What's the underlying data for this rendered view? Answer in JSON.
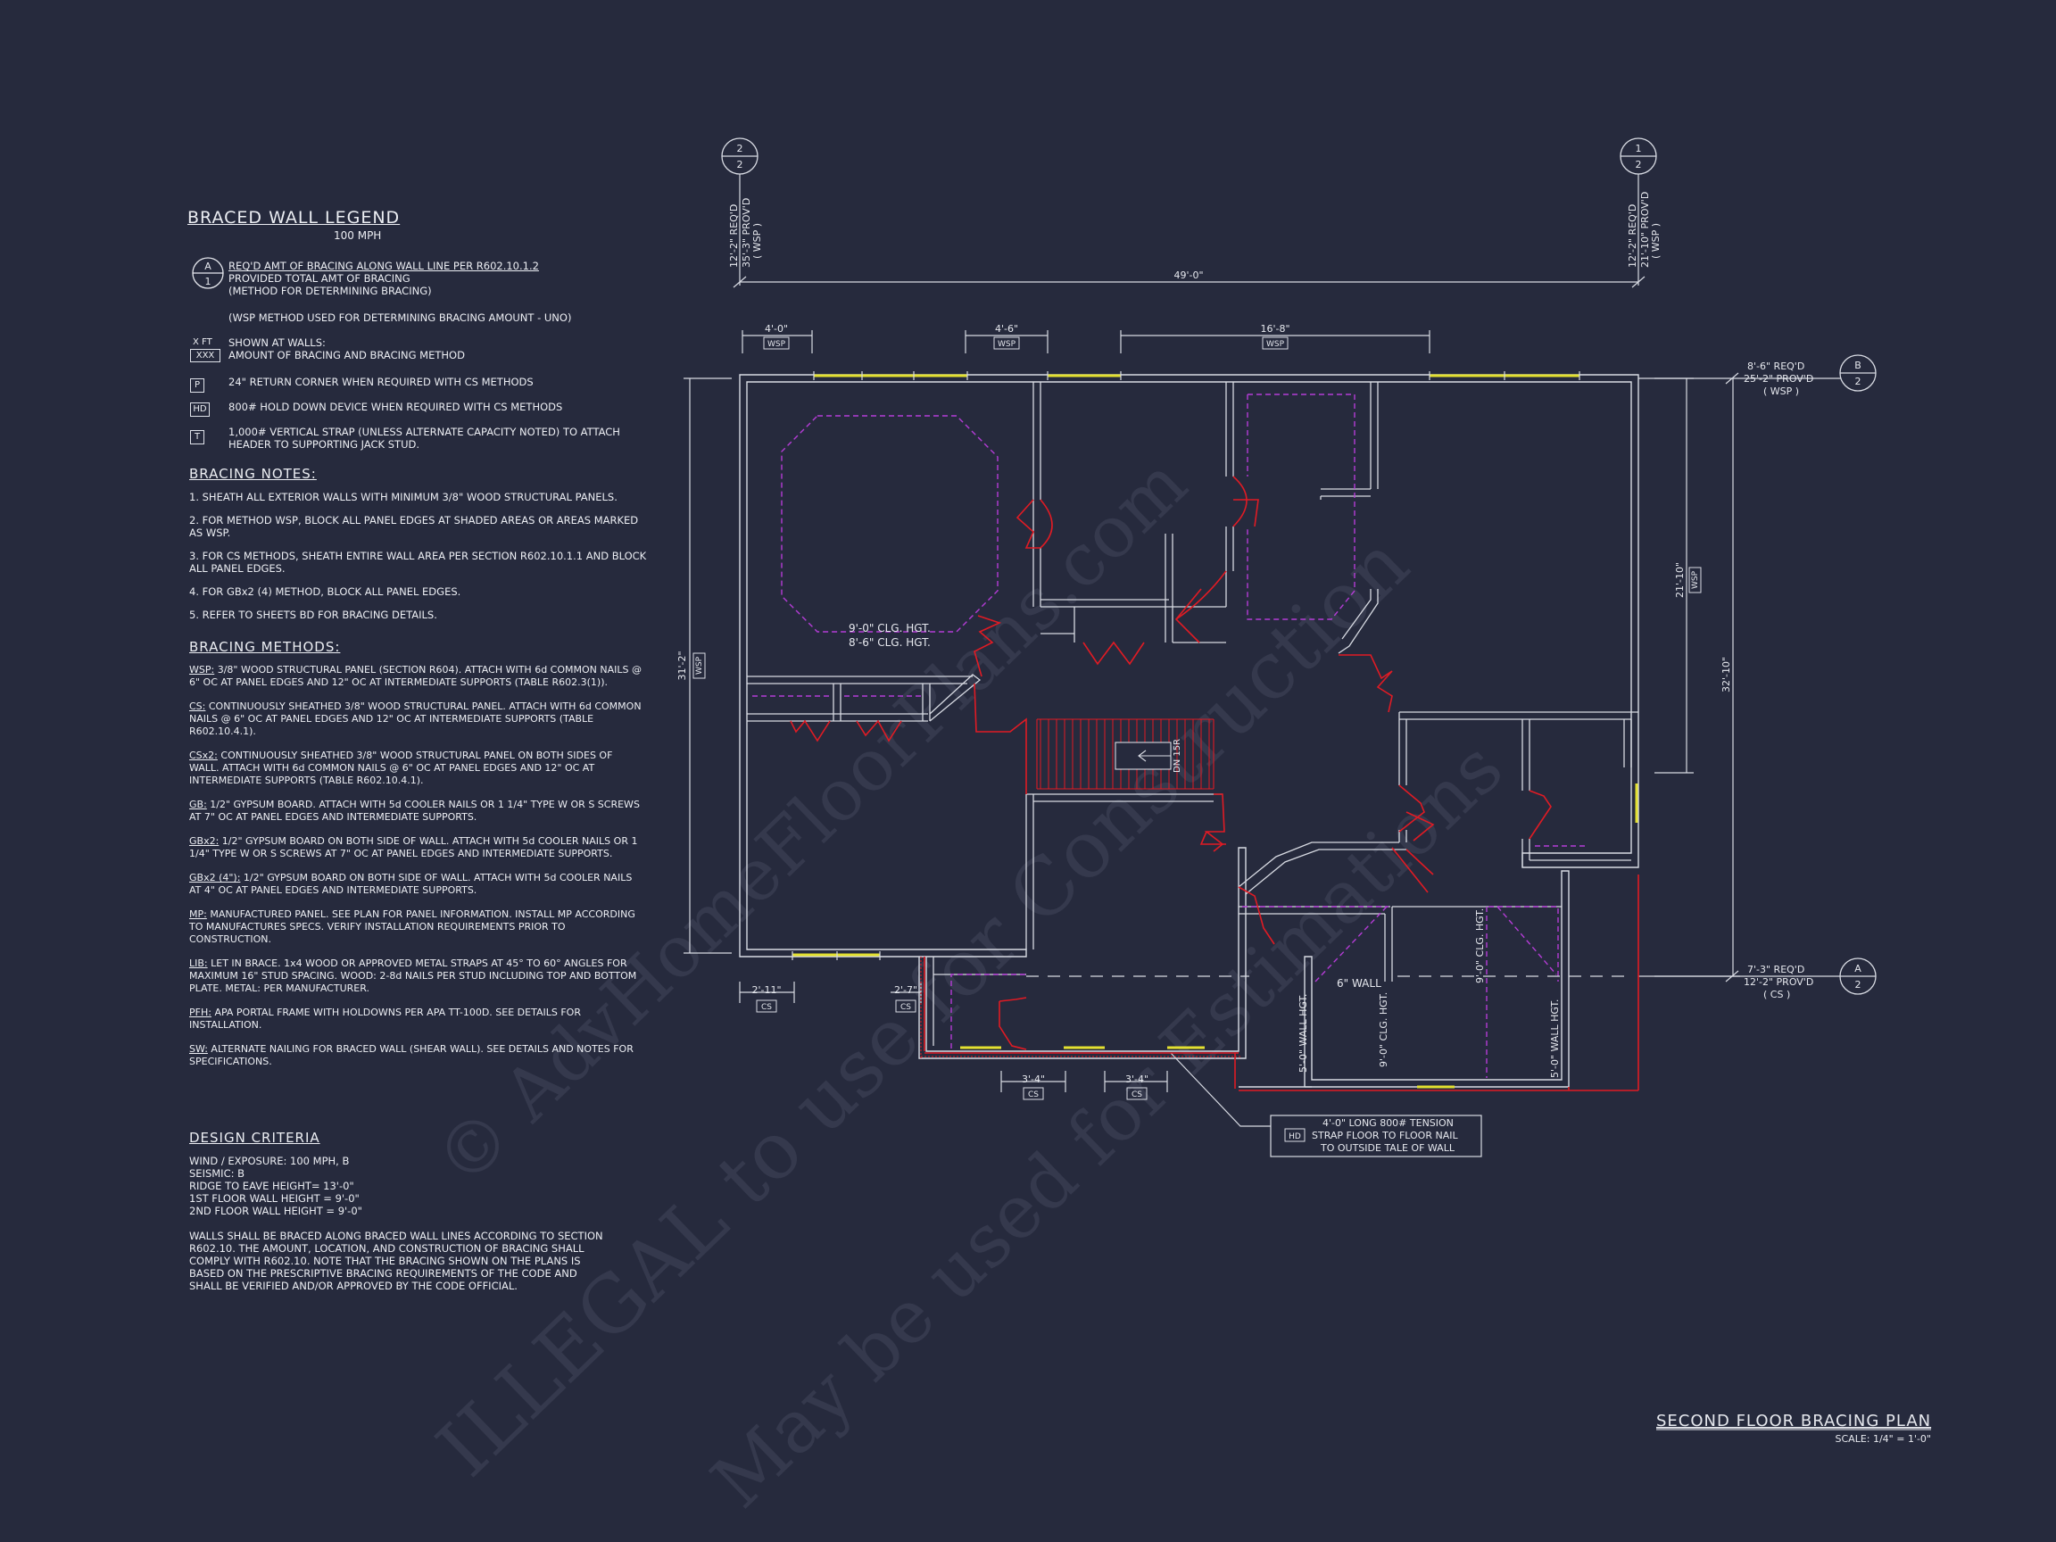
{
  "legend": {
    "title": "BRACED WALL LEGEND",
    "subtitle": "100 MPH",
    "circle_top": "A",
    "circle_bottom": "1",
    "line1": "REQ'D AMT OF BRACING ALONG WALL LINE PER R602.10.1.2",
    "line2": "PROVIDED TOTAL AMT OF BRACING",
    "line3": "(METHOD FOR DETERMINING BRACING)",
    "line4": "(WSP METHOD USED FOR DETERMINING BRACING AMOUNT - UNO)",
    "xft_top": "X FT",
    "xft_box": "XXX",
    "xft_line1": "SHOWN AT WALLS:",
    "xft_line2": "AMOUNT OF BRACING AND BRACING METHOD",
    "p_sym": "P",
    "p_text": "24\" RETURN CORNER WHEN REQUIRED WITH CS METHODS",
    "hd_sym": "HD",
    "hd_text": "800# HOLD DOWN DEVICE WHEN REQUIRED WITH CS METHODS",
    "t_sym": "T",
    "t_text1": "1,000# VERTICAL STRAP (UNLESS ALTERNATE CAPACITY NOTED) TO ATTACH",
    "t_text2": "HEADER TO SUPPORTING JACK STUD."
  },
  "bracing_notes": {
    "title": "BRACING NOTES:",
    "items": [
      "1. SHEATH ALL EXTERIOR WALLS WITH MINIMUM 3/8\" WOOD STRUCTURAL PANELS.",
      "2. FOR METHOD WSP, BLOCK ALL PANEL EDGES AT SHADED AREAS OR AREAS MARKED AS WSP.",
      "3. FOR CS METHODS, SHEATH ENTIRE WALL AREA PER SECTION R602.10.1.1 AND BLOCK ALL PANEL EDGES.",
      "4. FOR GBx2 (4) METHOD, BLOCK ALL PANEL EDGES.",
      "5. REFER TO SHEETS BD FOR BRACING DETAILS."
    ]
  },
  "bracing_methods": {
    "title": "BRACING METHODS:",
    "items": [
      {
        "key": "WSP:",
        "text": " 3/8\" WOOD STRUCTURAL PANEL (SECTION R604). ATTACH WITH 6d COMMON NAILS @ 6\" OC AT PANEL EDGES AND 12\" OC AT INTERMEDIATE SUPPORTS (TABLE R602.3(1))."
      },
      {
        "key": "CS:",
        "text": " CONTINUOUSLY SHEATHED 3/8\" WOOD STRUCTURAL PANEL. ATTACH WITH 6d COMMON NAILS @ 6\" OC AT PANEL EDGES AND 12\" OC AT INTERMEDIATE SUPPORTS (TABLE R602.10.4.1)."
      },
      {
        "key": "CSx2:",
        "text": " CONTINUOUSLY SHEATHED 3/8\" WOOD STRUCTURAL PANEL ON BOTH SIDES OF WALL. ATTACH WITH 6d COMMON NAILS @ 6\" OC AT PANEL EDGES AND 12\" OC AT INTERMEDIATE SUPPORTS (TABLE R602.10.4.1)."
      },
      {
        "key": "GB:",
        "text": " 1/2\" GYPSUM BOARD. ATTACH WITH 5d COOLER NAILS OR 1 1/4\" TYPE W OR S SCREWS AT 7\" OC AT PANEL EDGES AND INTERMEDIATE SUPPORTS."
      },
      {
        "key": "GBx2:",
        "text": " 1/2\" GYPSUM BOARD ON BOTH SIDE OF WALL. ATTACH WITH 5d COOLER NAILS OR 1 1/4\" TYPE W OR S SCREWS AT 7\" OC AT PANEL EDGES AND INTERMEDIATE SUPPORTS."
      },
      {
        "key": "GBx2 (4\"):",
        "text": " 1/2\" GYPSUM BOARD ON BOTH SIDE OF WALL. ATTACH WITH 5d COOLER NAILS AT 4\" OC AT PANEL EDGES AND INTERMEDIATE SUPPORTS."
      },
      {
        "key": "MP:",
        "text": " MANUFACTURED PANEL. SEE PLAN FOR PANEL INFORMATION. INSTALL MP ACCORDING TO MANUFACTURES SPECS. VERIFY INSTALLATION REQUIREMENTS PRIOR TO CONSTRUCTION."
      },
      {
        "key": "LIB:",
        "text": " LET IN BRACE. 1x4 WOOD OR APPROVED METAL STRAPS AT 45° TO 60° ANGLES FOR MAXIMUM 16\" STUD SPACING. WOOD: 2-8d NAILS PER STUD INCLUDING TOP AND BOTTOM PLATE. METAL: PER MANUFACTURER."
      },
      {
        "key": "PFH:",
        "text": " APA PORTAL FRAME WITH HOLDOWNS PER APA TT-100D. SEE DETAILS FOR INSTALLATION."
      },
      {
        "key": "SW:",
        "text": " ALTERNATE NAILING FOR BRACED WALL (SHEAR WALL). SEE DETAILS AND NOTES FOR SPECIFICATIONS."
      }
    ]
  },
  "design_criteria": {
    "title": "DESIGN CRITERIA",
    "lines": [
      "WIND / EXPOSURE:  100 MPH, B",
      "SEISMIC:  B",
      "RIDGE TO EAVE HEIGHT= 13'-0\"",
      "1ST FLOOR WALL HEIGHT = 9'-0\"",
      "2ND FLOOR WALL HEIGHT = 9'-0\""
    ],
    "paragraph": "WALLS SHALL BE BRACED ALONG BRACED WALL LINES ACCORDING TO SECTION R602.10. THE AMOUNT, LOCATION, AND CONSTRUCTION OF BRACING SHALL COMPLY WITH R602.10. NOTE THAT THE BRACING SHOWN ON THE PLANS IS BASED ON THE PRESCRIPTIVE BRACING REQUIREMENTS OF THE CODE AND SHALL BE VERIFIED AND/OR APPROVED BY THE CODE OFFICIAL."
  },
  "plan": {
    "title": "SECOND FLOOR BRACING PLAN",
    "scale": "SCALE: 1/4\" = 1'-0\"",
    "grid_2_top": "2",
    "grid_2_bottom": "2",
    "grid_1_top": "1",
    "grid_1_bottom": "2",
    "grid_b_top": "B",
    "grid_b_bottom": "2",
    "grid_a_top": "A",
    "grid_a_bottom": "2",
    "line2_req": "12'-2\" REQ'D",
    "line2_prov": "35'-3\" PROV'D",
    "line2_method": "( WSP )",
    "line1_req": "12'-2\" REQ'D",
    "line1_prov": "21'-10\" PROV'D",
    "line1_method": "( WSP )",
    "lineb_req": "8'-6\" REQ'D",
    "lineb_prov": "25'-2\" PROV'D",
    "lineb_method": "( WSP )",
    "linea_req": "7'-3\" REQ'D",
    "linea_prov": "12'-2\" PROV'D",
    "linea_method": "( CS )",
    "overall_width": "49'-0\"",
    "top_seg_1": "4'-0\"",
    "top_seg_1_m": "WSP",
    "top_seg_2": "4'-6\"",
    "top_seg_2_m": "WSP",
    "top_seg_3": "16'-8\"",
    "top_seg_3_m": "WSP",
    "left_dim": "31'-2\"",
    "left_dim_m": "WSP",
    "right_dim_1": "21'-10\"",
    "right_dim_1_m": "WSP",
    "right_dim_2": "32'-10\"",
    "bot_seg_1": "2'-11\"",
    "bot_seg_1_m": "CS",
    "bot_seg_2": "2'-7\"",
    "bot_seg_2_m": "CS",
    "bot_seg_3": "3'-4\"",
    "bot_seg_3_m": "CS",
    "bot_seg_4": "3'-4\"",
    "bot_seg_4_m": "CS",
    "clg_1": "9'-0\" CLG. HGT.",
    "clg_2": "8'-6\" CLG. HGT.",
    "stair": "DN 15R",
    "wall6": "6\" WALL",
    "wall_hgt_1": "5'-0\" WALL HGT.",
    "clg_3": "9'-0\" CLG. HGT.",
    "clg_4": "9'-0\" CLG. HGT.",
    "wall_hgt_2": "5'-0\" WALL HGT.",
    "strap_sym": "HD",
    "strap_1": "4'-0\" LONG 800# TENSION",
    "strap_2": "STRAP FLOOR TO FLOOR NAIL",
    "strap_3": "TO OUTSIDE TALE OF WALL"
  },
  "watermark": {
    "line1": "ILLEGAL to use for Construction",
    "line2": "May be used for Estimations",
    "line3": "© AdvHomeFloorPlans.com"
  },
  "colors": {
    "background": "#262a3d",
    "wall": "#d8dbe3",
    "bracing_red": "#e01b24",
    "panel_yellow": "#e3e030",
    "ceiling_magenta": "#b43cd6"
  }
}
